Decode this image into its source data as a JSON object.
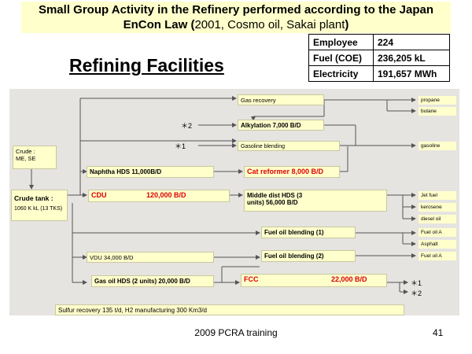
{
  "title": {
    "line1": "Small Group Activity in the Refinery performed according to the Japan",
    "line2_bold_a": "EnCon Law (",
    "line2_normal": "2001, Cosmo oil, Sakai plant",
    "line2_bold_b": ")"
  },
  "stats": [
    {
      "label": "Employee",
      "value": "224"
    },
    {
      "label": "Fuel (COE)",
      "value": "236,205 kL"
    },
    {
      "label": "Electricity",
      "value": "191,657 MWh"
    }
  ],
  "heading": "Refining Facilities",
  "diagram": {
    "crude": {
      "line1": "Crude :",
      "line2": "ME,   SE"
    },
    "crude_tank": {
      "name": "Crude tank :",
      "capacity": "1060 K kL (13 TKS)"
    },
    "units": {
      "gas_recovery": "Gas recovery",
      "alkylation": "Alkylation  7,000 B/D",
      "gasoline_blending": "Gasoline blending",
      "naphtha_hds": "Naphtha HDS  11,000B/D",
      "cat_reformer": "Cat reformer  8,000 B/D",
      "cdu_name": "CDU",
      "cdu_capacity": "120,000 B/D",
      "middle_dist_line1": "Middle dist HDS (3",
      "middle_dist_line2": "units)  56,000 B/D",
      "fuel_oil_blending_1": "Fuel oil blending (1)",
      "vdu": "VDU 34,000 B/D",
      "fuel_oil_blending_2": "Fuel oil blending (2)",
      "gas_oil_hds": "Gas oil HDS (2 units)  20,000 B/D",
      "fcc_name": "FCC",
      "fcc_capacity": "22,000 B/D"
    },
    "products": {
      "propane": "propane",
      "butane": "butane",
      "gasoline": "gasoline",
      "jet_fuel": "Jet fuel",
      "kerosene": "kerosene",
      "diesel_oil": "diesel oil",
      "fuel_oil_a_1": "Fuel oil A",
      "asphalt": "Asphalt",
      "fuel_oil_a_2": "Fuel oil A"
    },
    "markers": {
      "star1": "＊1",
      "star2": "＊2"
    },
    "sulfur_recovery": "Sulfur recovery  135 t/d, H2 manufacturing  300 Km3/d"
  },
  "footer": {
    "text": "2009 PCRA training",
    "page": "41"
  }
}
